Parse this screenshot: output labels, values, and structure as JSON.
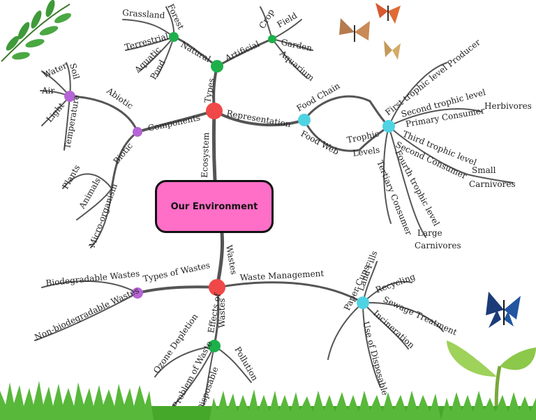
{
  "title": "Our Environment",
  "colors": {
    "center": "#ff6ec7",
    "hub_red": "#f04848",
    "green": "#1db04a",
    "purple": "#b565d6",
    "cyan": "#4fd3e3",
    "branch": "#555555",
    "grass": "#46a82a"
  },
  "labels": {
    "types": "Types",
    "natural": "Natural",
    "artificial": "Artificial",
    "grassland": "Grassland",
    "forest": "Forest",
    "terrestrial": "Terrestrial",
    "aquatic": "Aquatic",
    "pond": "Pond",
    "crop": "Crop",
    "field": "Field",
    "garden": "Garden",
    "aquarium": "Aquarium",
    "components": "Components",
    "abiotic": "Abiotic",
    "biotic": "Biotic",
    "water": "Water",
    "soil": "Soil",
    "air": "Air",
    "light": "Light",
    "temperature": "Temperature",
    "plants": "Plants",
    "animals": "Animals",
    "micro_organism": "Micro-organism",
    "ecosystem": "Ecosystem",
    "representation": "Representation",
    "food_chain": "Food Chain",
    "food_web": "Food Web",
    "trophic": "Trophic",
    "levels": "Levels",
    "first_trophic": "First trophic level Producer",
    "second_trophic": "Second trophic level",
    "primary_consumer": "Primary Consumer",
    "herbivores": "Herbivores",
    "third_trophic": "Third trophic level",
    "second_consumer": "Second Consumer",
    "small": "Small",
    "carnivores": "Carnivores",
    "fourth_trophic": "Fourth trophic level",
    "tertiary_consumer": "Tertiary Consumer",
    "large": "Large",
    "wastes": "Wastes",
    "types_of_wastes": "Types of Wastes",
    "biodegradable": "Biodegradable Wastes",
    "non_biodegradable": "Non-biodegradable Wastes",
    "effects_of": "Effects of",
    "waste_management": "Waste Management",
    "land_fills": "Land Fills",
    "recycling": "Recycling",
    "sewage_treatment": "Sewage Treatment",
    "incineration": "Incineration",
    "use_of_disposable": "Use of Disposable",
    "paper_cups": "Paper Cups",
    "ozone_depletion": "Ozone Depletion",
    "problem_of_waste": "Problem of Waste",
    "disposable": "Disposable",
    "pollution": "Pollution"
  }
}
